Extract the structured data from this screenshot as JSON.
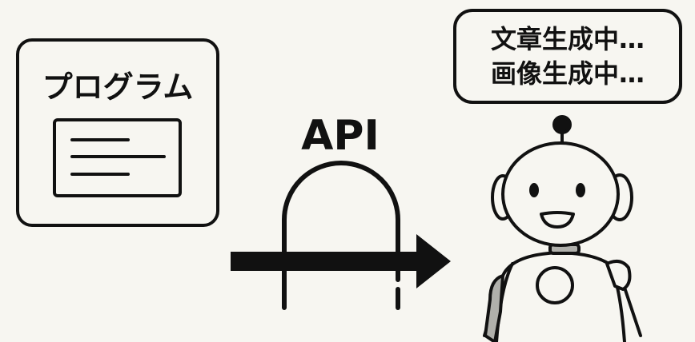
{
  "program_box": {
    "title": "プログラム"
  },
  "api": {
    "label": "API"
  },
  "speech_bubble": {
    "lines": [
      "文章生成中…",
      "画像生成中…"
    ]
  },
  "colors": {
    "background": "#f7f6f1",
    "ink": "#111111",
    "gray": "#b0b0ab"
  }
}
